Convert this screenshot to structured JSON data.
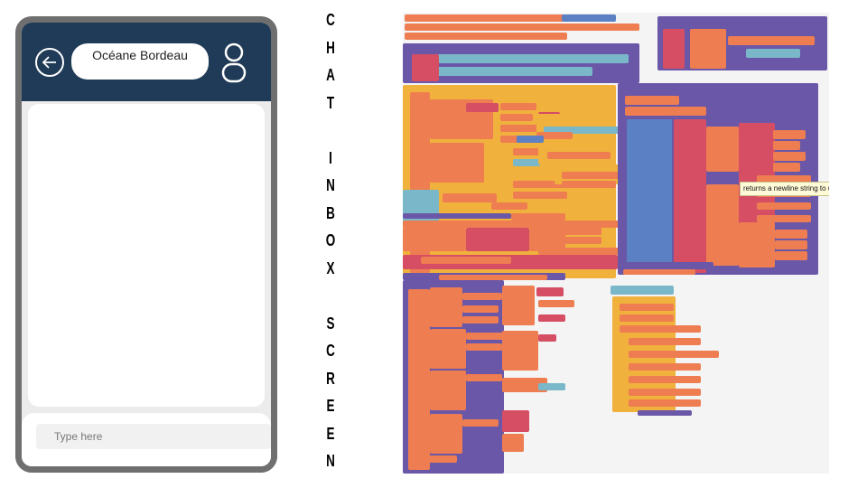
{
  "chat": {
    "contact_name": "Océane Bordeau",
    "input_placeholder": "Type here"
  },
  "caption": {
    "letters": [
      "C",
      "H",
      "A",
      "T",
      "",
      "I",
      "N",
      "B",
      "O",
      "X",
      "",
      "S",
      "C",
      "R",
      "E",
      "E",
      "N"
    ]
  },
  "blocks_editor": {
    "tooltip": "returns a newline string to use as"
  },
  "colors": {
    "header": "#1f3b57",
    "block_orange": "#ee7d51",
    "block_gold": "#f0b13d",
    "block_purple": "#6b57a8",
    "block_red": "#d54e63",
    "block_blue": "#5b80c3",
    "block_teal": "#7ab8c9"
  },
  "icons": {
    "back": "back-arrow-icon",
    "profile": "profile-icon"
  }
}
